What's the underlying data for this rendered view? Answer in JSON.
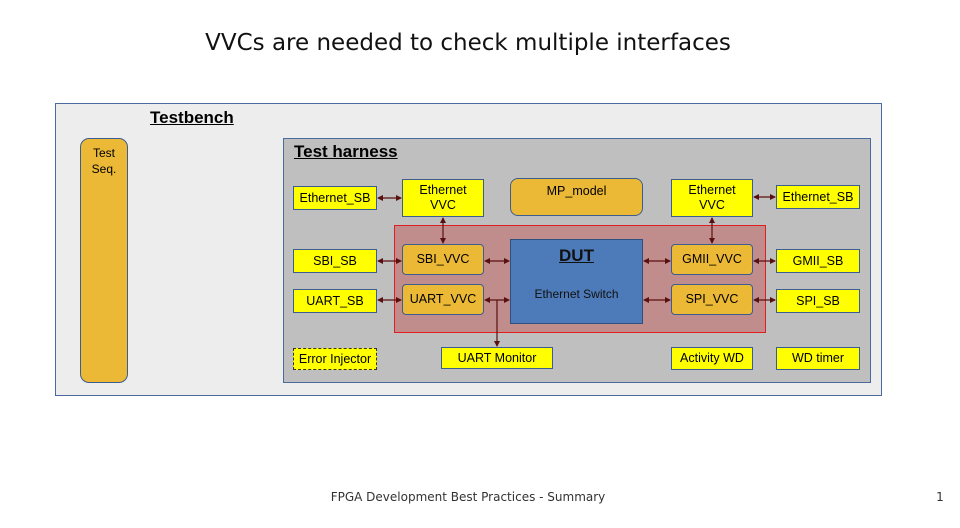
{
  "slide": {
    "title": "VVCs are needed to check multiple interfaces",
    "footer": "FPGA Development Best Practices - Summary",
    "page_number": "1"
  },
  "diagram": {
    "testbench_label": "Testbench",
    "test_seq_label": "Test\nSeq.",
    "test_harness_label": "Test harness",
    "dut_label": "DUT",
    "dut_sub_label": "Ethernet Switch",
    "blocks": {
      "ethernet_sb_left": "Ethernet_SB",
      "ethernet_vvc_left": "Ethernet\nVVC",
      "mp_model": "MP_model",
      "ethernet_vvc_right": "Ethernet\nVVC",
      "ethernet_sb_right": "Ethernet_SB",
      "sbi_sb": "SBI_SB",
      "sbi_vvc": "SBI_VVC",
      "gmii_vvc": "GMII_VVC",
      "gmii_sb": "GMII_SB",
      "uart_sb": "UART_SB",
      "uart_vvc": "UART_VVC",
      "spi_vvc": "SPI_VVC",
      "spi_sb": "SPI_SB",
      "error_injector": "Error Injector",
      "uart_monitor": "UART Monitor",
      "activity_wd": "Activity WD",
      "wd_timer": "WD timer"
    },
    "colors": {
      "testbench_bg": "#ededed",
      "harness_bg": "#bfbfbf",
      "dut_region_bg": "#c08c8c",
      "dut_region_border": "#e02020",
      "dut_bg": "#4d7ab8",
      "vvc_orange": "#ecb936",
      "sb_yellow": "#ffff00",
      "arrow": "#5a1010"
    }
  }
}
